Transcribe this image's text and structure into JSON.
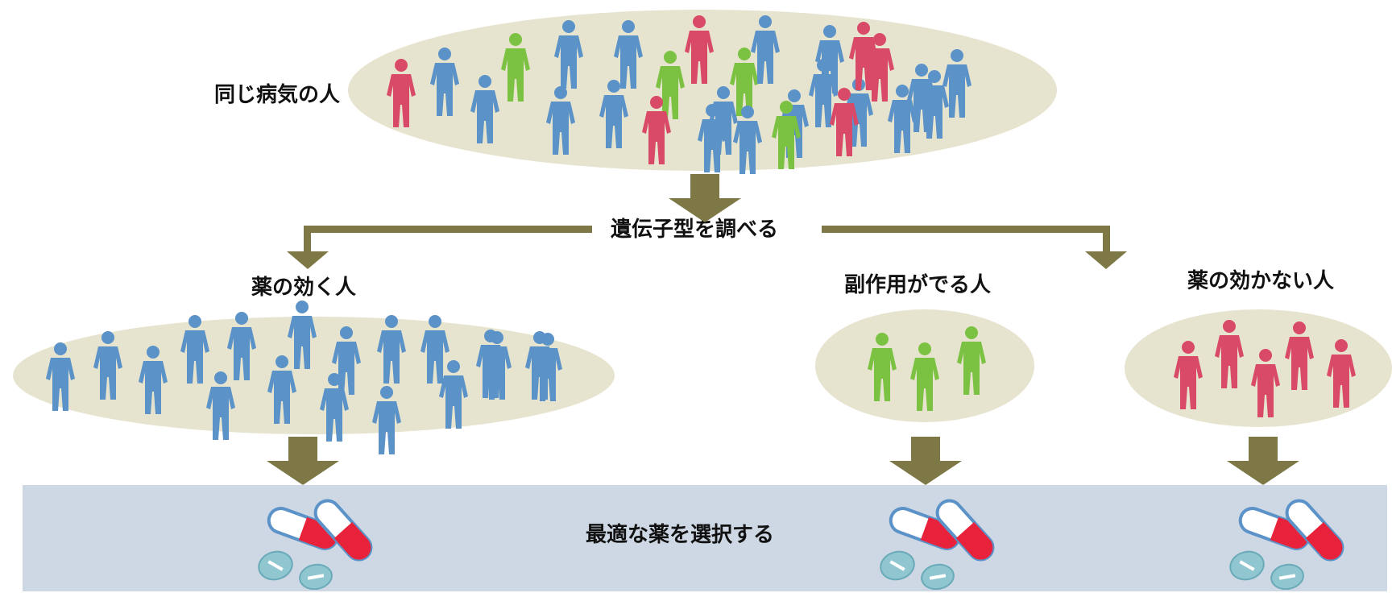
{
  "colors": {
    "ellipse": "#e6e4cf",
    "band": "#cdd8e4",
    "arrow": "#7d7846",
    "blue": "#5b92c8",
    "red": "#d94a68",
    "green": "#7cc242",
    "pill_red": "#e8223a",
    "tablet": "#8fc6cf"
  },
  "labels": {
    "group_all": "同じ病気の人",
    "genotype": "遺伝子型を調べる",
    "effective": "薬の効く人",
    "side_effect": "副作用がでる人",
    "ineffective": "薬の効かない人",
    "select_drug": "最適な薬を選択する"
  },
  "groups": {
    "all": {
      "people": [
        "red",
        "blue",
        "blue",
        "green",
        "blue",
        "blue",
        "blue",
        "blue",
        "green",
        "red",
        "red",
        "blue",
        "green",
        "blue",
        "blue",
        "green",
        "blue",
        "blue",
        "blue",
        "red",
        "blue",
        "blue",
        "blue",
        "blue",
        "red",
        "blue",
        "blue",
        "red"
      ]
    },
    "effective": {
      "people": [
        "blue",
        "blue",
        "blue",
        "blue",
        "blue",
        "blue",
        "blue",
        "blue",
        "blue",
        "blue",
        "blue",
        "blue",
        "blue",
        "blue",
        "blue",
        "blue",
        "blue",
        "blue"
      ]
    },
    "side_effect": {
      "people": [
        "green",
        "green",
        "green"
      ]
    },
    "ineffective": {
      "people": [
        "red",
        "red",
        "red",
        "red",
        "red"
      ]
    }
  },
  "icons": {
    "person": "person-figure-icon",
    "arrow": "down-arrow-icon",
    "pills": "capsules-and-tablets-icon"
  }
}
